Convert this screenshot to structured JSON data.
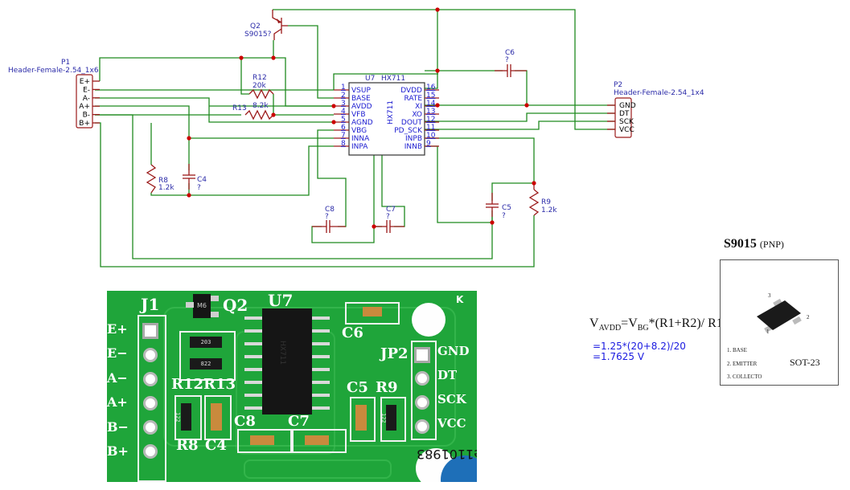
{
  "schematic": {
    "p1": {
      "ref": "P1",
      "value": "Header-Female-2.54_1x6",
      "pins": [
        "E+",
        "E-",
        "A-",
        "A+",
        "B-",
        "B+"
      ]
    },
    "p2": {
      "ref": "P2",
      "value": "Header-Female-2.54_1x4",
      "pins": [
        "GND",
        "DT",
        "SCK",
        "VCC"
      ]
    },
    "q2": {
      "ref": "Q2",
      "value": "S9015?"
    },
    "u7": {
      "ref": "U7",
      "value": "HX711",
      "body_label": "HX711",
      "left_pins": [
        {
          "num": "1",
          "name": "VSUP"
        },
        {
          "num": "2",
          "name": "BASE"
        },
        {
          "num": "3",
          "name": "AVDD"
        },
        {
          "num": "4",
          "name": "VFB"
        },
        {
          "num": "5",
          "name": "AGND"
        },
        {
          "num": "6",
          "name": "VBG"
        },
        {
          "num": "7",
          "name": "INNA"
        },
        {
          "num": "8",
          "name": "INPA"
        }
      ],
      "right_pins": [
        {
          "num": "16",
          "name": "DVDD"
        },
        {
          "num": "15",
          "name": "RATE"
        },
        {
          "num": "14",
          "name": "XI"
        },
        {
          "num": "13",
          "name": "XO"
        },
        {
          "num": "12",
          "name": "DOUT"
        },
        {
          "num": "11",
          "name": "PD_SCK"
        },
        {
          "num": "10",
          "name": "INPB"
        },
        {
          "num": "9",
          "name": "INNB"
        }
      ]
    },
    "r12": {
      "ref": "R12",
      "value": "20k"
    },
    "r13": {
      "ref": "R13",
      "value": "8.2k"
    },
    "r8": {
      "ref": "R8",
      "value": "1.2k"
    },
    "r9": {
      "ref": "R9",
      "value": "1.2k"
    },
    "c4": {
      "ref": "C4",
      "value": "?"
    },
    "c5": {
      "ref": "C5",
      "value": "?"
    },
    "c6": {
      "ref": "C6",
      "value": "?"
    },
    "c7": {
      "ref": "C7",
      "value": "?"
    },
    "c8": {
      "ref": "C8",
      "value": "?"
    }
  },
  "pcb_photo": {
    "labels": {
      "j1": "J1",
      "q2": "Q2",
      "u7": "U7",
      "c6": "C6",
      "jp2": "JP2",
      "r12": "R12",
      "r13": "R13",
      "r8": "R8",
      "c4": "C4",
      "c8": "C8",
      "c7": "C7",
      "c5": "C5",
      "r9": "R9",
      "k": "K",
      "serial": "e1101983"
    },
    "j1_pins": [
      "E+",
      "E−",
      "A−",
      "A+",
      "B−",
      "B+"
    ],
    "jp2_pins": [
      "GND",
      "DT",
      "SCK",
      "VCC"
    ],
    "q2_marking": "M6",
    "r12_marking": "203",
    "r13_marking": "822",
    "r8_marking": "122",
    "r9_marking": "122",
    "u7_marking": "HX711"
  },
  "formula": {
    "v": "V",
    "avdd_sub": "AVDD",
    "eq": "=V",
    "bg_sub": "BG",
    "rest": "*(R1+R2)/ R1",
    "calc_line1": "=1.25*(20+8.2)/20",
    "calc_line2": "=1.7625 V"
  },
  "datasheet": {
    "part": "S9015",
    "type": "(PNP)",
    "pin_labels": [
      "1. BASE",
      "2. EMITTER",
      "3. COLLECTO"
    ],
    "pin_nums": [
      "1",
      "2",
      "3"
    ],
    "package": "SOT-23"
  }
}
